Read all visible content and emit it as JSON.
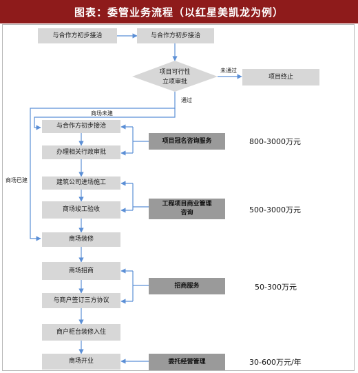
{
  "title": "图表：委管业务流程（以红星美凯龙为例）",
  "nodes": {
    "n_start": "与合作方初步接洽",
    "n_start2": "与合作方初步接洽",
    "n_decision_l1": "项目可行性",
    "n_decision_l2": "立项审批",
    "n_end": "项目终止",
    "n_contact": "与合作方初步接洽",
    "n_admin": "办理相关行政审批",
    "n_construct": "建筑公司进场施工",
    "n_accept": "商场竣工验收",
    "n_decorate": "商场装修",
    "n_invest": "商场招商",
    "n_sign": "与商户签订三方协议",
    "n_counter": "商户柜台装修入住",
    "n_open": "商场开业"
  },
  "services": {
    "s1": "项目冠名咨询服务",
    "s2_l1": "工程项目商业管理",
    "s2_l2": "咨询",
    "s3": "招商服务",
    "s4": "委托经营管理"
  },
  "prices": {
    "p1": "800-3000万元",
    "p2": "500-3000万元",
    "p3": "50-300万元",
    "p4": "30-600万元/年"
  },
  "edges": {
    "not_pass": "未通过",
    "pass": "通过",
    "mall_not_built": "商场未建",
    "mall_built": "商场已建"
  },
  "colors": {
    "title_bg": "#8e1b1b",
    "node_fill": "#d7d7d7",
    "service_fill": "#9a9a9a",
    "arrow": "#5b8fd6"
  }
}
